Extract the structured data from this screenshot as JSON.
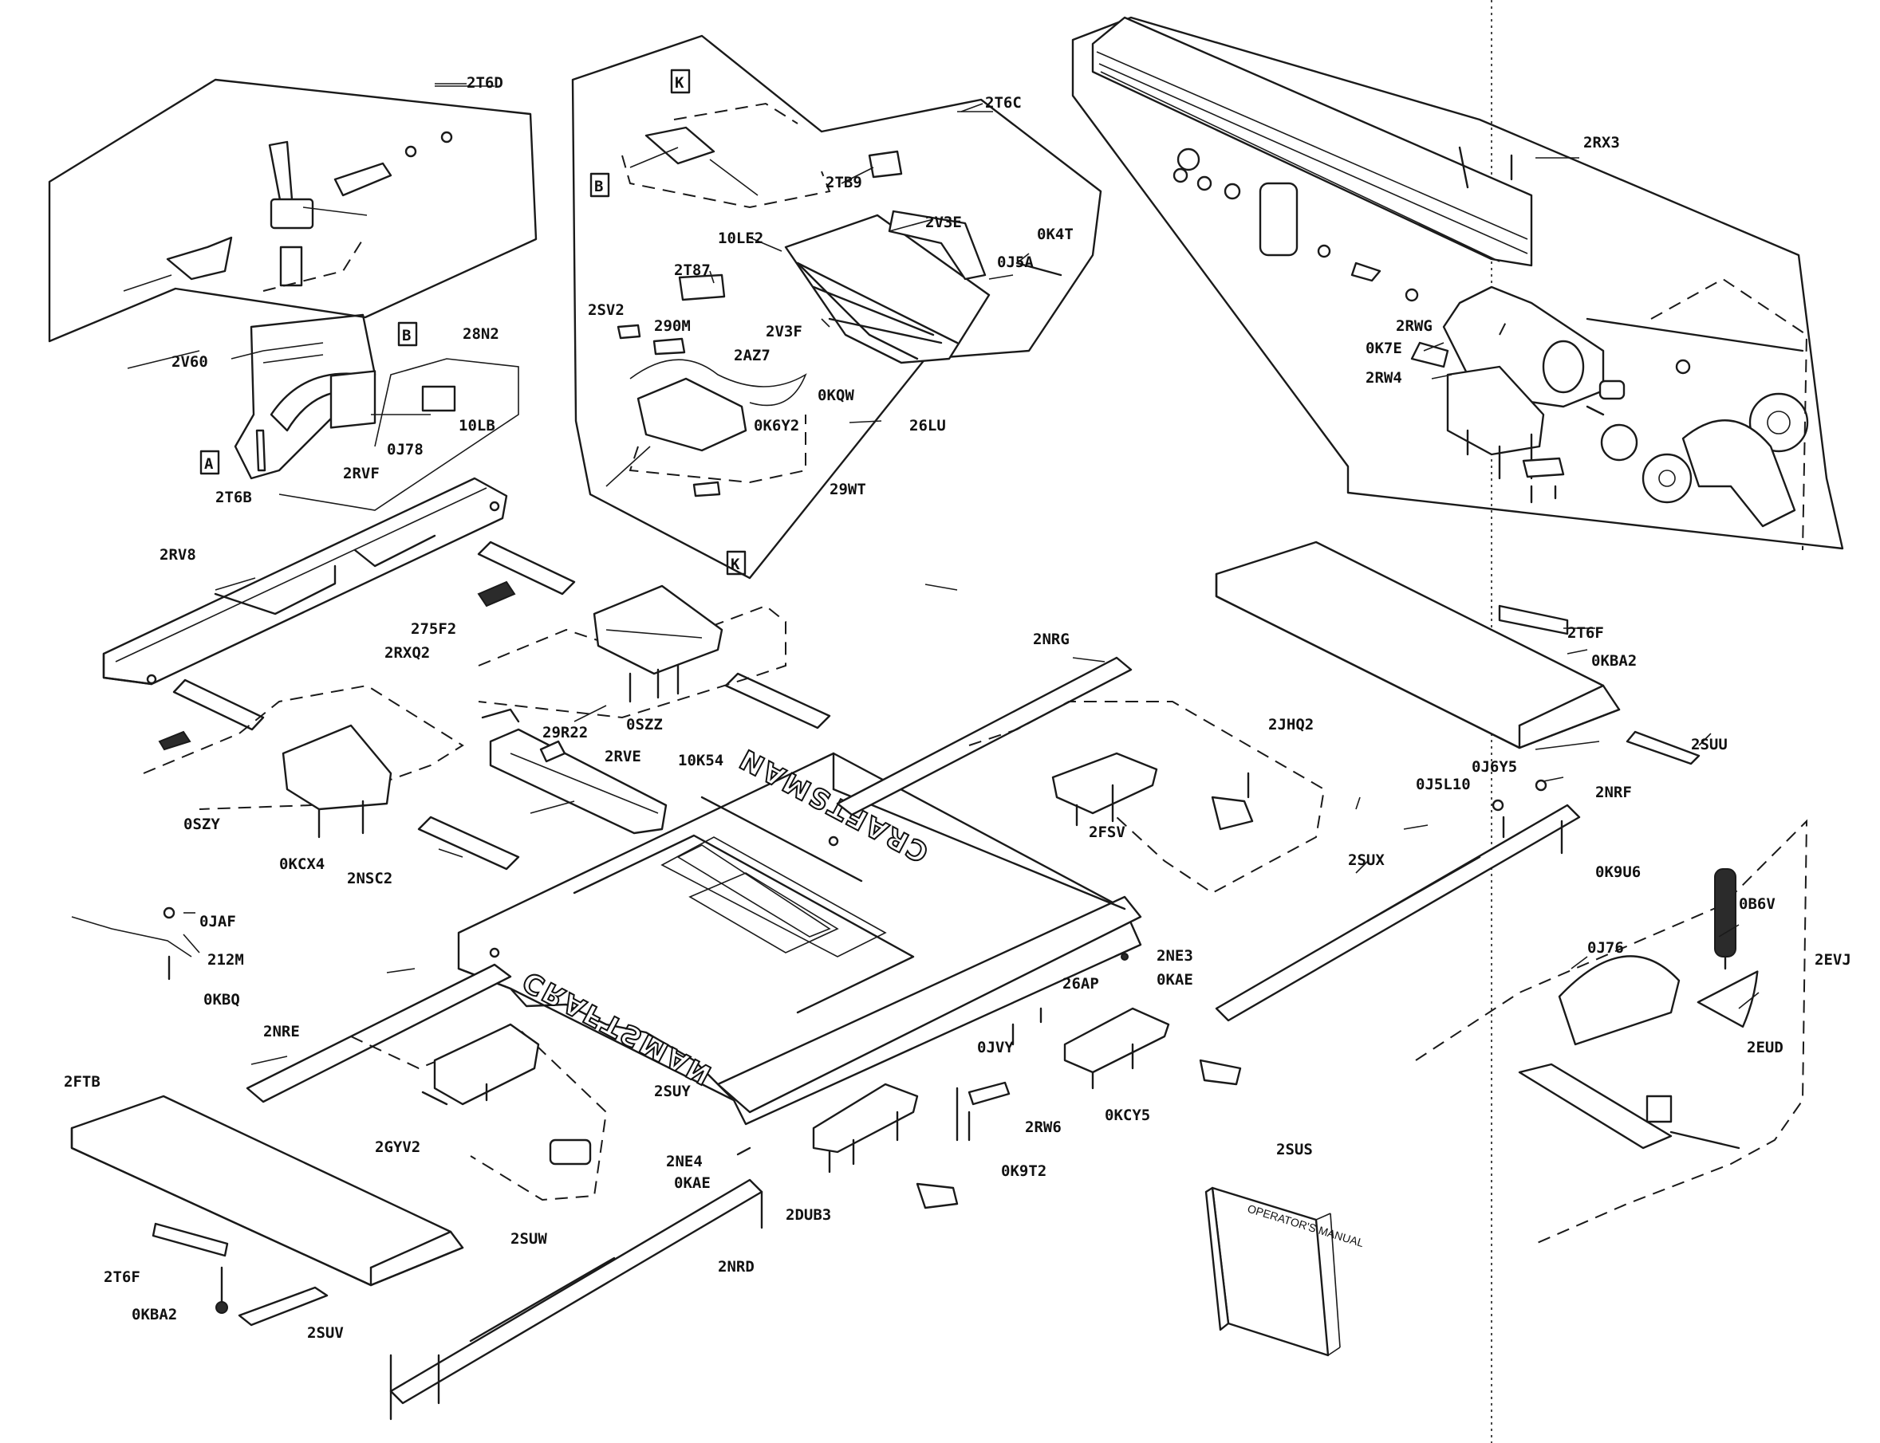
{
  "diagram": {
    "brand_text": "CRAFTSMAN",
    "manual_title": "OPERATOR'S MANUAL",
    "callouts": {
      "A": "A",
      "B": "B",
      "K": "K"
    },
    "part_labels": [
      "2T6D",
      "2T6C",
      "2RX3",
      "2V60",
      "28N2",
      "2RVF",
      "0J78",
      "10LB",
      "2T6B",
      "2TB9",
      "2V3E",
      "10LE2",
      "0K4T",
      "0J5A",
      "2T87",
      "2SV2",
      "290M",
      "2V3F",
      "2AZ7",
      "0KQW",
      "0K6Y2",
      "26LU",
      "29WT",
      "0K7E",
      "2RW4",
      "2RV8",
      "275F2",
      "2RXQ2",
      "29R22",
      "2RVE",
      "0SZZ",
      "0SZY",
      "0KCX4",
      "2NSC2",
      "10K54",
      "2RWG",
      "2T6F",
      "0KBA2",
      "2NRG",
      "2JHQ2",
      "2SUU",
      "0J6Y5",
      "0J5L10",
      "2NRF",
      "0K9U6",
      "2FSV",
      "2SUX",
      "0B6V",
      "2EVJ",
      "0J76",
      "2EUD",
      "0JAF",
      "212M",
      "0KBQ",
      "2NE3",
      "0KAE",
      "26AP",
      "2NRE",
      "0JVY",
      "2SUY",
      "0KCY5",
      "2RW6",
      "0K9T2",
      "2FTB",
      "2GYV2",
      "2NE4",
      "2DUB3",
      "2SUS",
      "2SUW",
      "2NRD",
      "2SUV"
    ]
  }
}
